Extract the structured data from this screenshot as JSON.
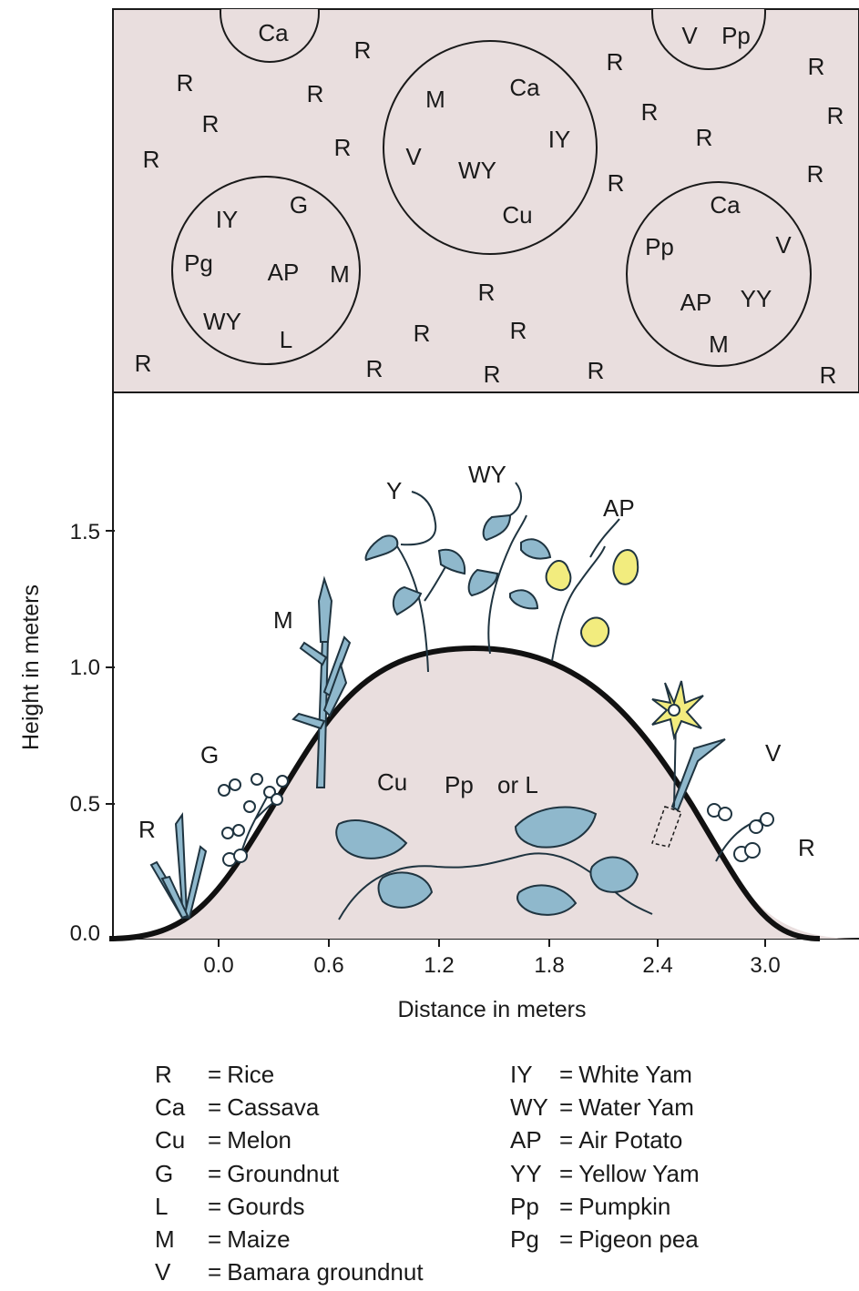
{
  "plan_view": {
    "mound_circles": [
      {
        "id": "top-left-partial",
        "labels": [
          "Ca"
        ]
      },
      {
        "id": "top-right-partial",
        "labels": [
          "V",
          "Pp"
        ]
      },
      {
        "id": "center",
        "labels": [
          "M",
          "Ca",
          "IY",
          "V",
          "WY",
          "Cu"
        ]
      },
      {
        "id": "left",
        "labels": [
          "IY",
          "G",
          "Pg",
          "AP",
          "M",
          "WY",
          "L"
        ]
      },
      {
        "id": "right",
        "labels": [
          "Ca",
          "Pp",
          "V",
          "AP",
          "YY",
          "M"
        ]
      }
    ],
    "rice_label": "R"
  },
  "section_view": {
    "plant_labels": {
      "rice": "R",
      "groundnut": "G",
      "maize": "M",
      "yam": "Y",
      "water_yam": "WY",
      "air_potato": "AP",
      "bamara": "V",
      "rice_right": "R",
      "mound_crops": [
        "Cu",
        "Pp",
        "or L"
      ]
    },
    "x_axis": {
      "title": "Distance in meters",
      "ticks": [
        "0.0",
        "0.6",
        "1.2",
        "1.8",
        "2.4",
        "3.0"
      ]
    },
    "y_axis": {
      "title": "Height in meters",
      "ticks": [
        "1.5",
        "1.0",
        "0.5",
        "0.0"
      ]
    },
    "mound_profile": {
      "peak_height_m": 1.07,
      "peak_distance_m": 1.4,
      "start_m": -0.6,
      "end_m": 3.2
    }
  },
  "legend": {
    "left_column": [
      {
        "code": "R",
        "name": "Rice"
      },
      {
        "code": "Ca",
        "name": "Cassava"
      },
      {
        "code": "Cu",
        "name": "Melon"
      },
      {
        "code": "G",
        "name": "Groundnut"
      },
      {
        "code": "L",
        "name": "Gourds"
      },
      {
        "code": "M",
        "name": "Maize"
      },
      {
        "code": "V",
        "name": "Bamara groundnut"
      }
    ],
    "right_column": [
      {
        "code": "IY",
        "name": "White Yam"
      },
      {
        "code": "WY",
        "name": "Water Yam"
      },
      {
        "code": "AP",
        "name": "Air Potato"
      },
      {
        "code": "YY",
        "name": "Yellow Yam"
      },
      {
        "code": "Pp",
        "name": "Pumpkin"
      },
      {
        "code": "Pg",
        "name": "Pigeon pea"
      }
    ],
    "separator": "="
  },
  "colors": {
    "panel_fill": "#e9dede",
    "mound_fill": "#e9dede",
    "plant_blue": "#8fb8cc",
    "flower_yellow": "#f2ec7e",
    "outline": "#1a1a1a"
  }
}
